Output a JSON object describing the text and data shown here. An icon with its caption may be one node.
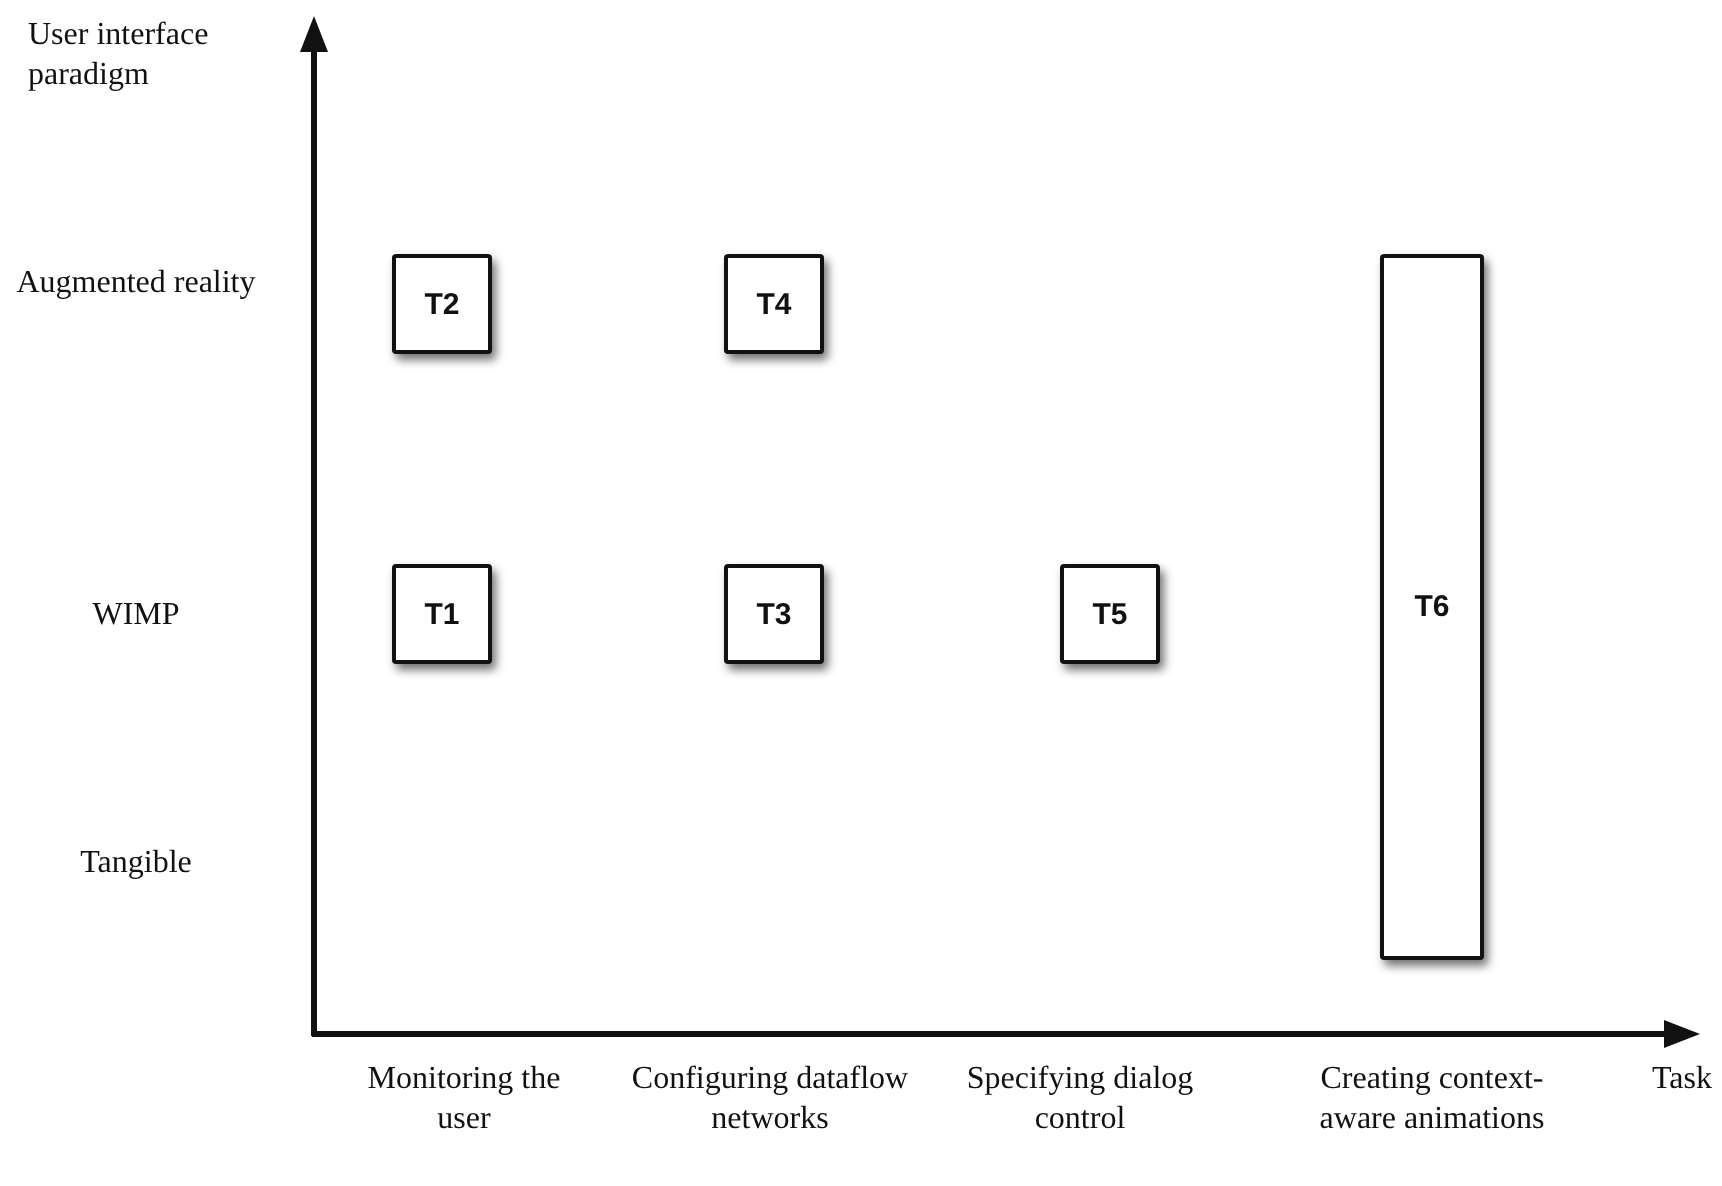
{
  "diagram": {
    "nodes": [
      {
        "text": [
          "T2"
        ]
      },
      {
        "text": [
          "T4"
        ]
      },
      {
        "text": [
          "T6"
        ]
      },
      {
        "text": [
          "T1"
        ]
      },
      {
        "text": [
          "T3"
        ]
      },
      {
        "text": [
          "T5"
        ]
      }
    ],
    "edges": [],
    "labels": [
      "User interface paradigm",
      "Augmented reality",
      "WIMP",
      "Tangible",
      "Task",
      "Monitoring the user",
      "Configuring dataflow networks",
      "Specifying dialog control",
      "Creating context-aware animations"
    ]
  }
}
